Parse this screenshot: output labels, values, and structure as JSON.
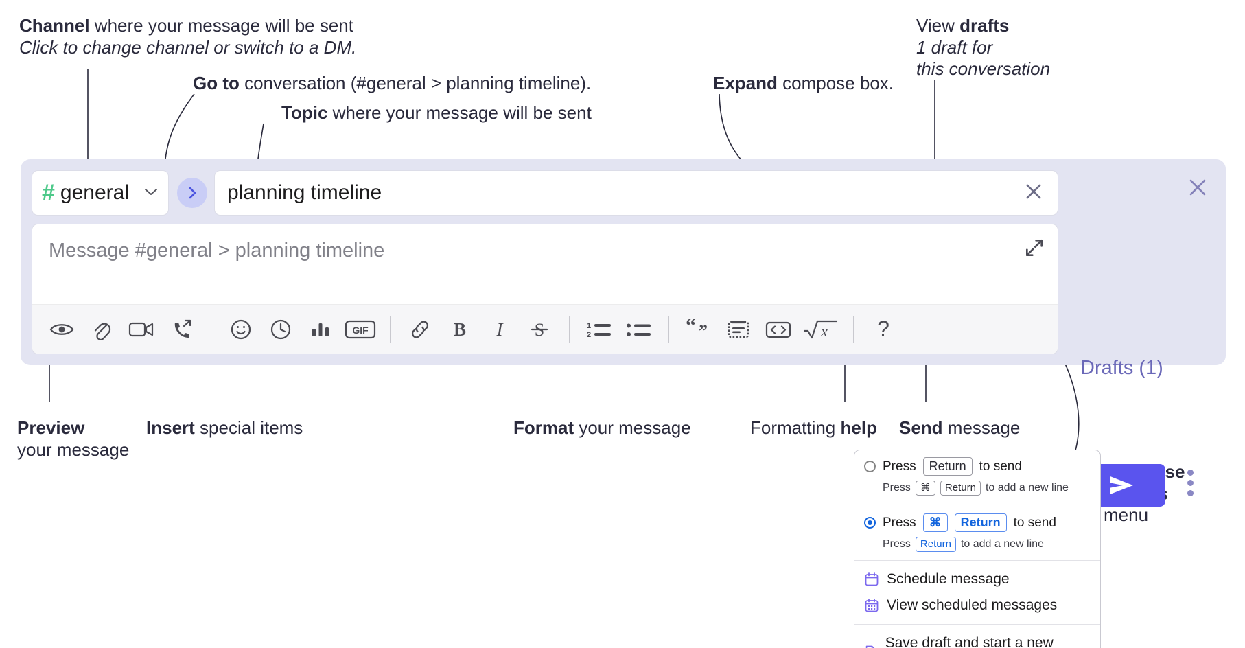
{
  "annotations": {
    "channel": {
      "bold": "Channel",
      "rest": " where your message will be sent",
      "italic": "Click to change channel or switch to a DM."
    },
    "goto": {
      "bold": "Go to",
      "rest": " conversation (#general > planning timeline)."
    },
    "topic": {
      "bold": "Topic",
      "rest": " where your message will be sent"
    },
    "expand": {
      "bold": "Expand",
      "rest": " compose box."
    },
    "drafts": {
      "lead": "View ",
      "bold": "drafts",
      "italic1": "1 draft for",
      "italic2": "this conversation"
    },
    "preview": {
      "bold": "Preview",
      "line2": "your message"
    },
    "insert": {
      "bold": "Insert",
      "rest": " special items"
    },
    "format": {
      "bold": "Format",
      "rest": " your message"
    },
    "help": {
      "lead": "Formatting ",
      "bold": "help"
    },
    "send": {
      "bold": "Send",
      "rest": " message"
    },
    "compose_options": {
      "bold1": "Compose",
      "bold2": "options",
      "rest": "menu"
    }
  },
  "compose": {
    "channel": {
      "hash": "#",
      "name": "general",
      "chevron_icon": "chevron-down-icon"
    },
    "goto_icon": "chevron-right-icon",
    "topic": {
      "value": "planning timeline",
      "clear_icon": "close-icon"
    },
    "message": {
      "placeholder": "Message #general > planning timeline",
      "expand_icon": "expand-icon"
    },
    "drafts_label": "Drafts (1)",
    "close_icon": "close-icon",
    "send_icon": "send-icon",
    "kebab_icon": "more-options-icon",
    "toolbar": [
      {
        "name": "preview-icon",
        "label": "Preview"
      },
      {
        "name": "attachment-icon",
        "label": "Attach file"
      },
      {
        "name": "video-icon",
        "label": "Record video clip"
      },
      {
        "name": "audio-call-icon",
        "label": "Record audio clip"
      },
      {
        "name": "separator",
        "label": ""
      },
      {
        "name": "emoji-icon",
        "label": "Emoji"
      },
      {
        "name": "clock-icon",
        "label": "Reminder"
      },
      {
        "name": "poll-icon",
        "label": "Poll"
      },
      {
        "name": "gif-icon",
        "label": "GIF"
      },
      {
        "name": "separator",
        "label": ""
      },
      {
        "name": "link-icon",
        "label": "Link"
      },
      {
        "name": "bold-icon",
        "label": "B"
      },
      {
        "name": "italic-icon",
        "label": "I"
      },
      {
        "name": "strikethrough-icon",
        "label": "S"
      },
      {
        "name": "separator",
        "label": ""
      },
      {
        "name": "ordered-list-icon",
        "label": "Ordered list"
      },
      {
        "name": "bulleted-list-icon",
        "label": "Bulleted list"
      },
      {
        "name": "separator",
        "label": ""
      },
      {
        "name": "blockquote-icon",
        "label": "Blockquote"
      },
      {
        "name": "code-block-icon",
        "label": "Code block"
      },
      {
        "name": "code-icon",
        "label": "Code"
      },
      {
        "name": "math-icon",
        "label": "Math"
      },
      {
        "name": "separator",
        "label": ""
      },
      {
        "name": "help-icon",
        "label": "?"
      }
    ],
    "colors": {
      "panel": "#e3e4f2",
      "send_button": "#5a54ee",
      "hash_green": "#4ec98a",
      "goto_circle": "#c9cdf6",
      "drafts_text": "#6a68b8"
    }
  },
  "popup": {
    "options": [
      {
        "selected": false,
        "main_pre": "Press",
        "main_keys": [
          "Return"
        ],
        "main_post": "to send",
        "sub_pre": "Press",
        "sub_keys": [
          "⌘",
          "Return"
        ],
        "sub_post": "to add a new line"
      },
      {
        "selected": true,
        "main_pre": "Press",
        "main_keys": [
          "⌘",
          "Return"
        ],
        "main_post": "to send",
        "sub_pre": "Press",
        "sub_keys": [
          "Return"
        ],
        "sub_post": "to add a new line"
      }
    ],
    "menu": [
      {
        "icon": "calendar-icon",
        "label": "Schedule message"
      },
      {
        "icon": "calendar-grid-icon",
        "label": "View scheduled messages"
      },
      {
        "icon": "save-draft-icon",
        "label": "Save draft and start a new message"
      }
    ]
  }
}
